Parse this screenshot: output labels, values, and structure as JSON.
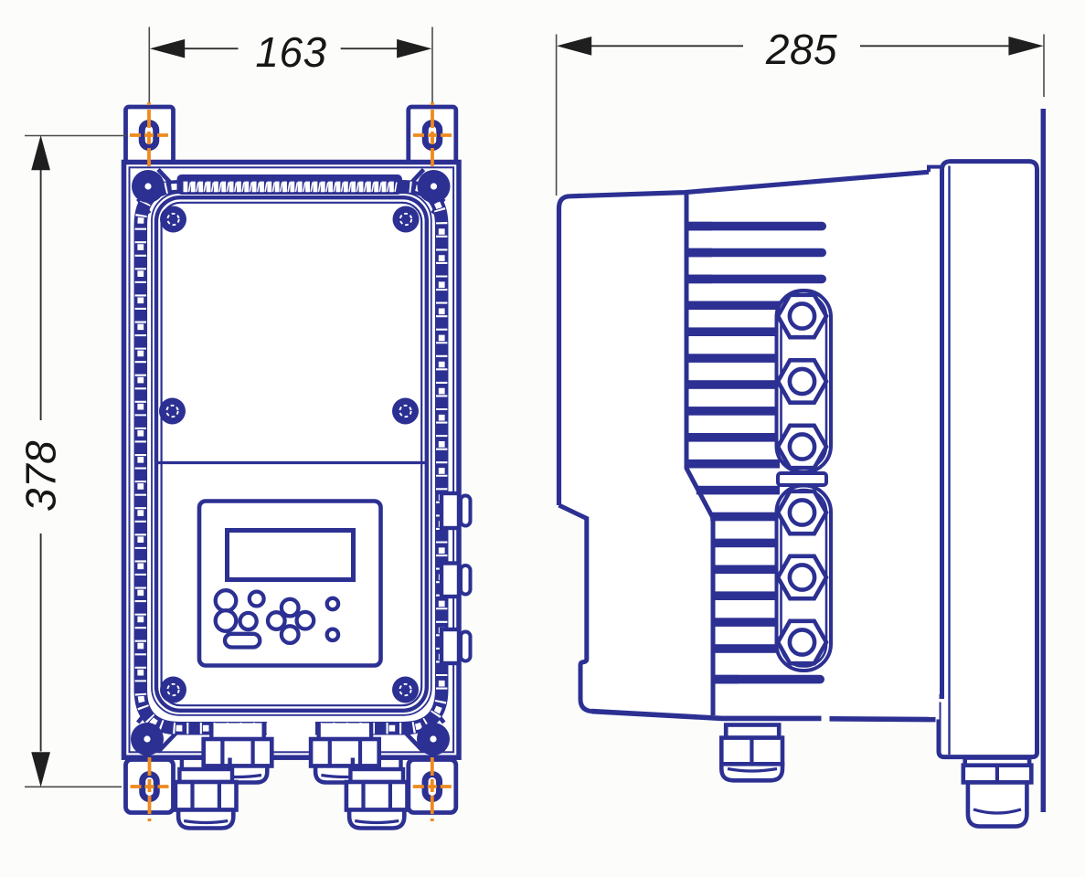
{
  "drawing": {
    "kind": "technical dimension drawing",
    "subject": "wall-mounted electronic controller enclosure, front view and right-side view",
    "units": "mm",
    "dimensions": {
      "width": {
        "label": "163",
        "value": 163,
        "applies_to": "horizontal distance between mounting slot centers (front view)"
      },
      "height": {
        "label": "378",
        "value": 378,
        "applies_to": "vertical distance between mounting slot centers (front view)"
      },
      "depth": {
        "label": "285",
        "value": 285,
        "applies_to": "overall depth from front cover to wall (side view)"
      }
    },
    "views": {
      "front": "front view",
      "side": "right side view"
    },
    "colors": {
      "line": "#2c3092",
      "centerline": "#ee8a1e",
      "dimension": "#1f1f1f",
      "background": "#fcfcfb"
    }
  }
}
